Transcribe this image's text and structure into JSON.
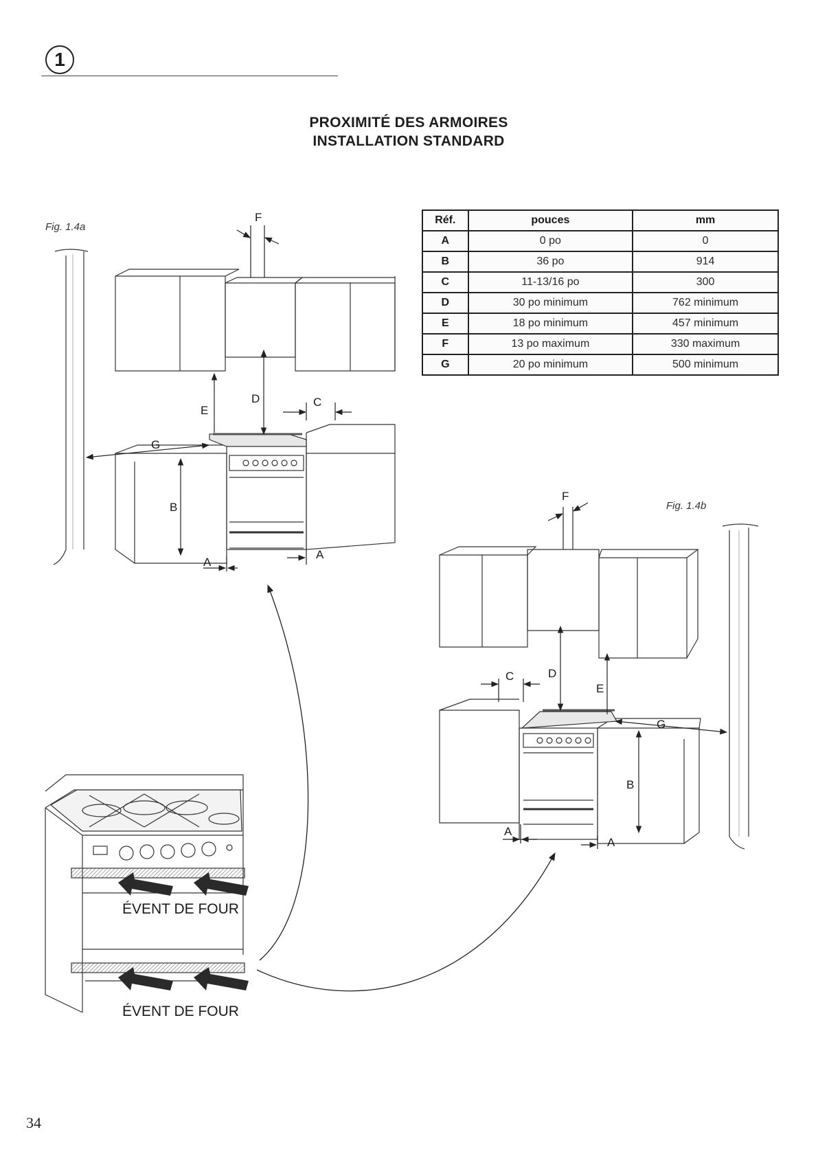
{
  "header": {
    "section_number": "1"
  },
  "title": {
    "line1": "PROXIMITÉ DES ARMOIRES",
    "line2": "INSTALLATION STANDARD"
  },
  "figures": {
    "a": "Fig. 1.4a",
    "b": "Fig. 1.4b"
  },
  "table": {
    "headers": [
      "Réf.",
      "pouces",
      "mm"
    ],
    "rows": [
      [
        "A",
        "0 po",
        "0"
      ],
      [
        "B",
        "36 po",
        "914"
      ],
      [
        "C",
        "11-13/16 po",
        "300"
      ],
      [
        "D",
        "30 po minimum",
        "762 minimum"
      ],
      [
        "E",
        "18 po minimum",
        "457 minimum"
      ],
      [
        "F",
        "13 po maximum",
        "330 maximum"
      ],
      [
        "G",
        "20 po minimum",
        "500 minimum"
      ]
    ]
  },
  "labels": {
    "A": "A",
    "B": "B",
    "C": "C",
    "D": "D",
    "E": "E",
    "F": "F",
    "G": "G"
  },
  "vent_label": "ÉVENT DE FOUR",
  "page_number": "34"
}
